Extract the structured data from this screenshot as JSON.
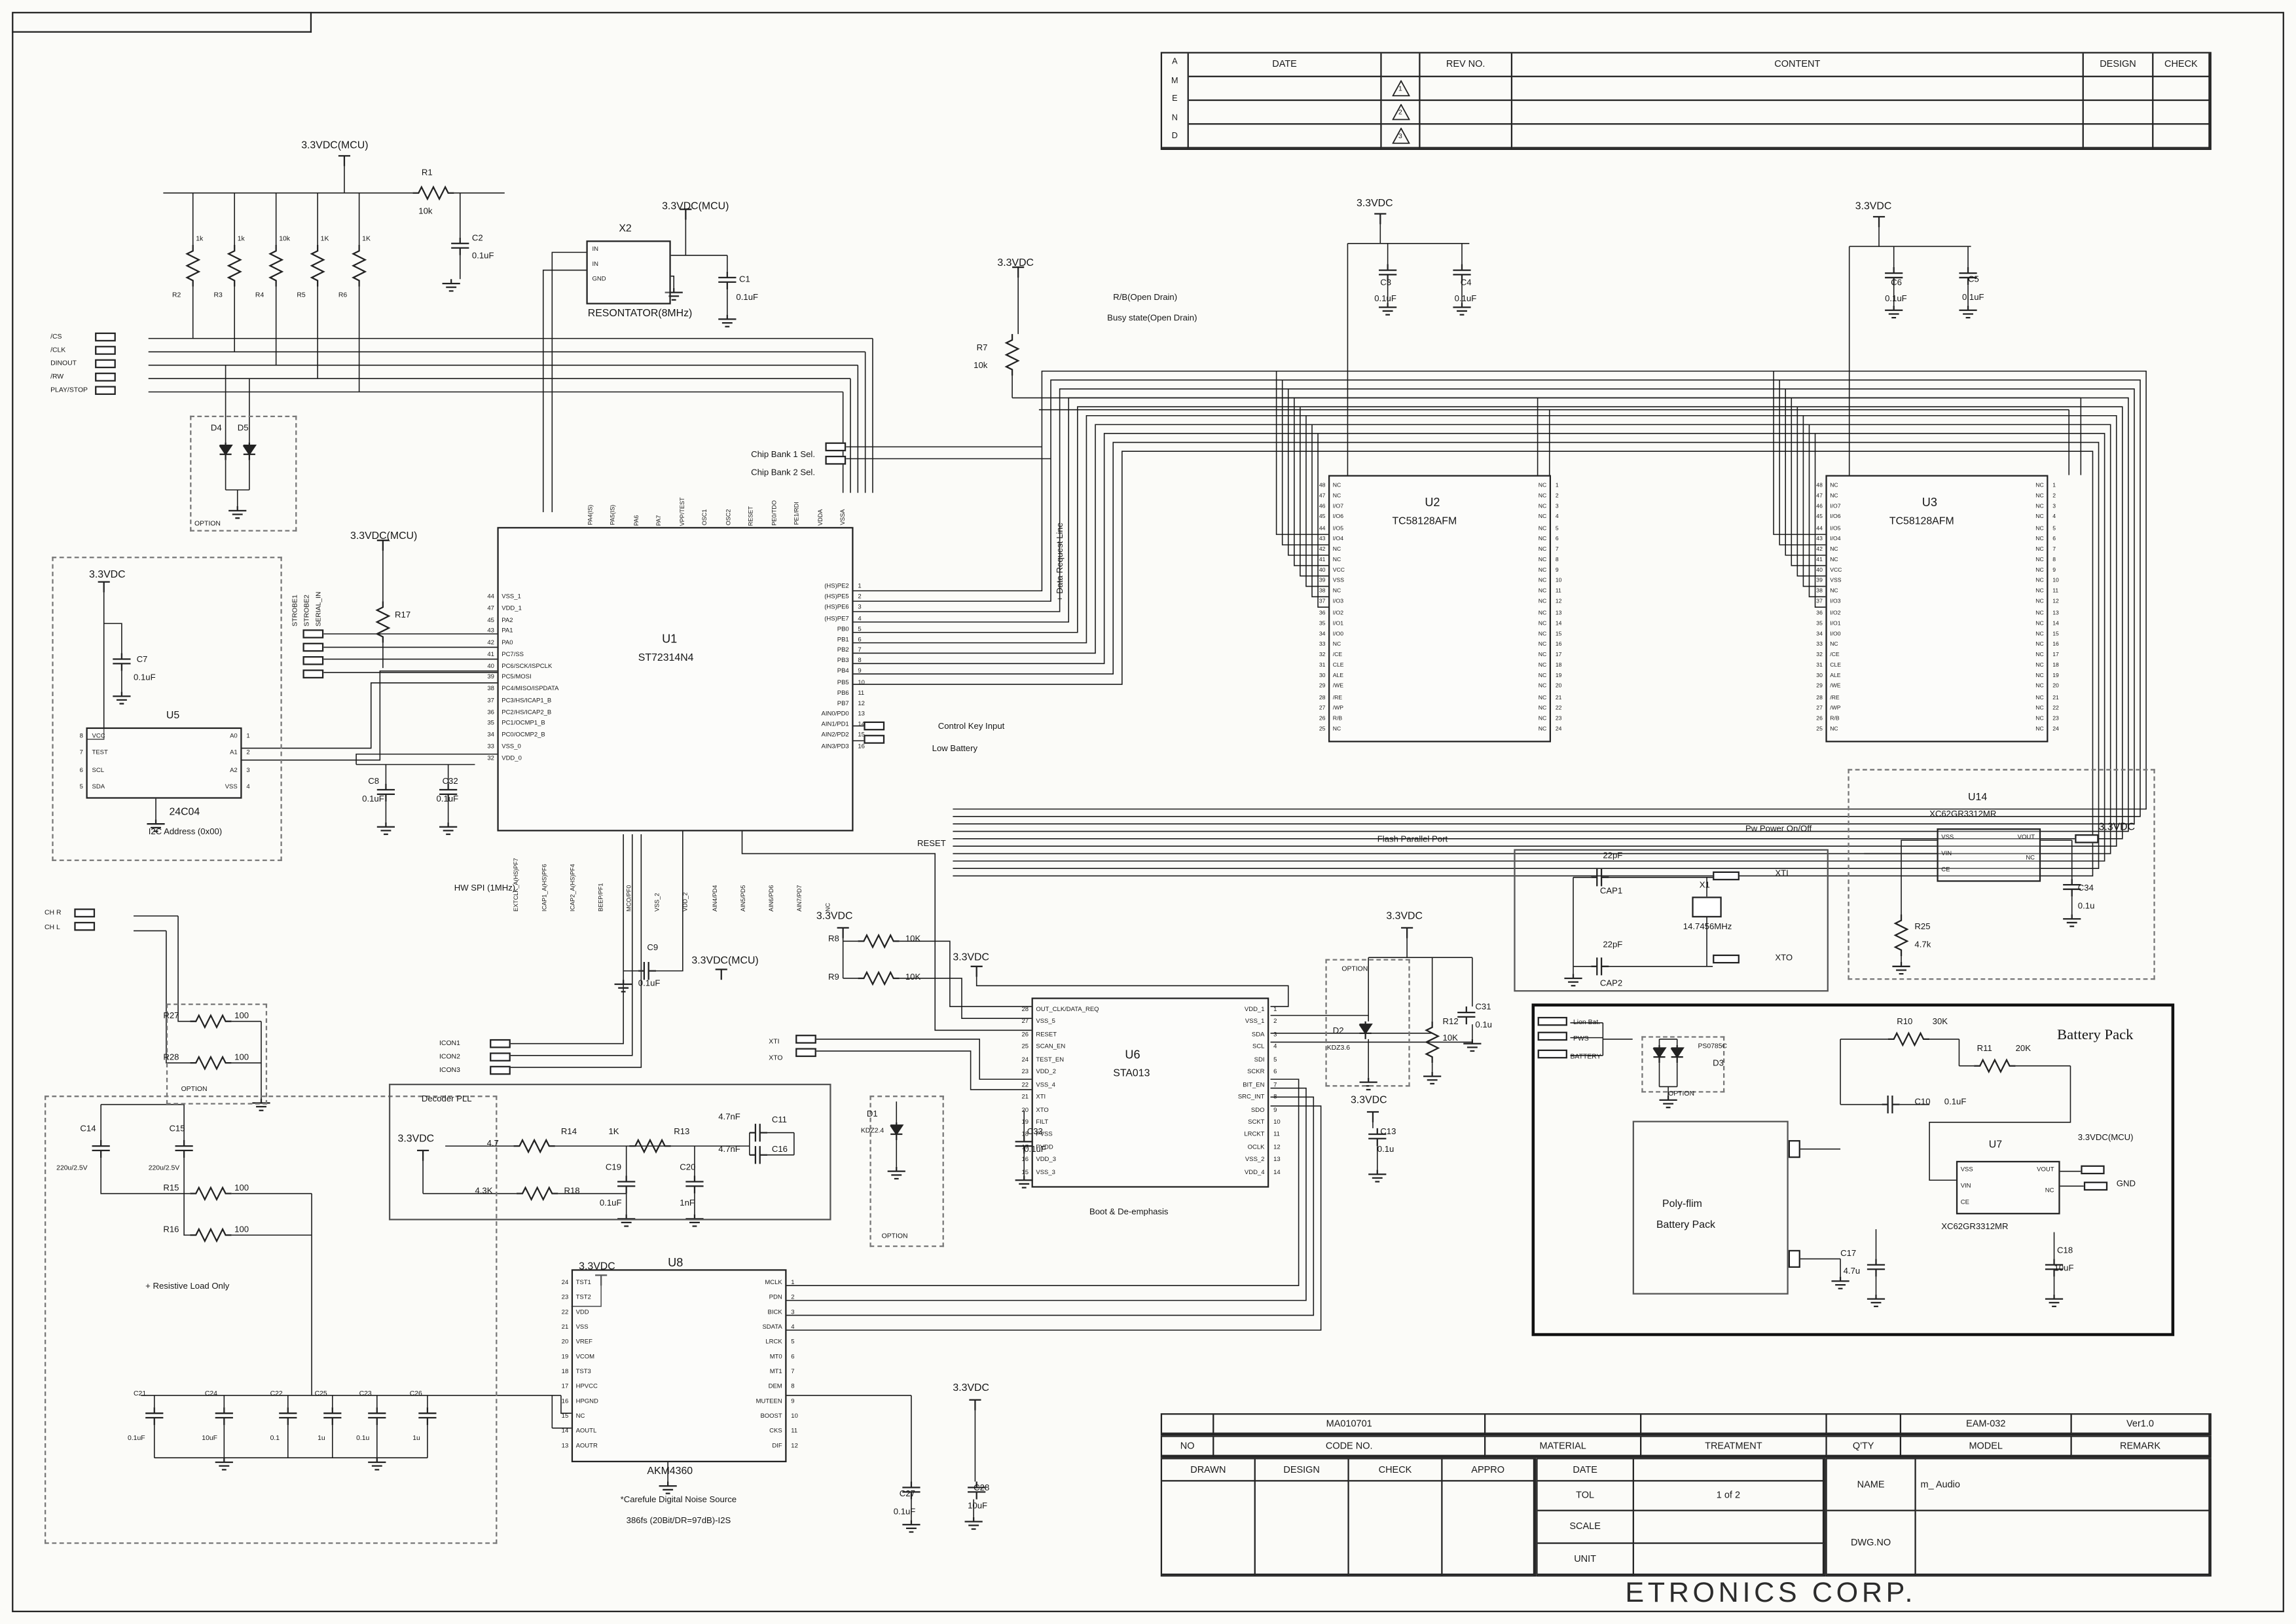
{
  "company": "ETRONICS CORP.",
  "amend": {
    "letters": [
      "A",
      "M",
      "E",
      "N",
      "D"
    ],
    "date": "DATE",
    "rev": "REV NO.",
    "content": "CONTENT",
    "design": "DESIGN",
    "check": "CHECK",
    "marks": [
      "1",
      "2",
      "3"
    ]
  },
  "title": {
    "code_value": "MA010701",
    "model_value": "EAM-032",
    "remark_value": "Ver1.0",
    "no": "NO",
    "code": "CODE NO.",
    "material": "MATERIAL",
    "treatment": "TREATMENT",
    "qty": "Q'TY",
    "model": "MODEL",
    "remark": "REMARK",
    "drawn": "DRAWN",
    "design": "DESIGN",
    "check": "CHECK",
    "appro": "APPRO",
    "date": "DATE",
    "tol": "TOL",
    "tol_value": "1 of 2",
    "scale": "SCALE",
    "unit": "UNIT",
    "name": "NAME",
    "name_value": "m_ Audio",
    "dwg": "DWG.NO"
  },
  "pwr": {
    "vdc": "3.3VDC",
    "mcu": "3.3VDC(MCU)",
    "gnd": "GND"
  },
  "sig": {
    "cs": "/CS",
    "clk": "/CLK",
    "dinout": "DINOUT",
    "rw": "/RW",
    "play": "PLAY/STOP",
    "chr": "CH R",
    "chl": "CH L",
    "icon1": "ICON1",
    "icon2": "ICON2",
    "icon3": "ICON3",
    "strobe1": "STROBE1",
    "strobe2": "STROBE2",
    "serial": "SERIAL_IN",
    "xti": "XTI",
    "xto": "XTO",
    "reset": "RESET"
  },
  "notes": {
    "chip1": "Chip Bank 1 Sel.",
    "chip2": "Chip Bank 2 Sel.",
    "datareq": "+ Data Request Line",
    "rb": "R/B(Open Drain)",
    "busy": "Busy state(Open Drain)",
    "ctrl": "Control Key Input",
    "lowbat": "Low Battery",
    "flashport": "Flash Parallel Port",
    "pwonoff": "Pw Power On/Off",
    "hwspi": "HW SPI (1MHz)",
    "decpll": "Decoder PLL",
    "boot": "Boot & De-emphasis",
    "batpack": "Battery Pack",
    "poly1": "Poly-flim",
    "poly2": "Battery Pack",
    "resload": "+ Resistive Load Only",
    "noise": "*Carefule Digital Noise Source",
    "fs": "386fs (20Bit/DR=97dB)-I2S",
    "i2c": "I2C Address (0x00)",
    "option": "OPTION",
    "lion": "Lion Bat.",
    "pws": "PWS",
    "battery": "BATTERY"
  },
  "res": {
    "r1": {
      "r": "R1",
      "v": "10k"
    },
    "r2": {
      "r": "R2",
      "v": "1k"
    },
    "r3": {
      "r": "R3",
      "v": "1k"
    },
    "r4": {
      "r": "R4",
      "v": "10k"
    },
    "r5": {
      "r": "R5",
      "v": "1K"
    },
    "r6": {
      "r": "R6",
      "v": "1K"
    },
    "r7": {
      "r": "R7",
      "v": "10k"
    },
    "r8": {
      "r": "R8",
      "v": "10K"
    },
    "r9": {
      "r": "R9",
      "v": "10K"
    },
    "r10": {
      "r": "R10",
      "v": "30K"
    },
    "r11": {
      "r": "R11",
      "v": "20K"
    },
    "r12": {
      "r": "R12",
      "v": "10K"
    },
    "r13": {
      "r": "R13",
      "v": "1K"
    },
    "r14": {
      "r": "R14",
      "v": "4.7"
    },
    "r15": {
      "r": "R15",
      "v": "100"
    },
    "r16": {
      "r": "R16",
      "v": "100"
    },
    "r17": {
      "r": "R17",
      "v": ""
    },
    "r18": {
      "r": "R18",
      "v": "4.3K"
    },
    "r25": {
      "r": "R25",
      "v": "4.7k"
    },
    "r27": {
      "r": "R27",
      "v": "100"
    },
    "r28": {
      "r": "R28",
      "v": "100"
    }
  },
  "cap": {
    "c1": {
      "r": "C1",
      "v": "0.1uF"
    },
    "c2": {
      "r": "C2",
      "v": "0.1uF"
    },
    "c3": {
      "r": "C3",
      "v": "0.1uF"
    },
    "c4": {
      "r": "C4",
      "v": "0.1uF"
    },
    "c5": {
      "r": "C5",
      "v": "0.1uF"
    },
    "c6": {
      "r": "C6",
      "v": "0.1uF"
    },
    "c7": {
      "r": "C7",
      "v": "0.1uF"
    },
    "c8": {
      "r": "C8",
      "v": "0.1uF"
    },
    "c9": {
      "r": "C9",
      "v": "0.1uF"
    },
    "c10": {
      "r": "C10",
      "v": "0.1uF"
    },
    "c11": {
      "r": "C11",
      "v": "4.7nF"
    },
    "c13": {
      "r": "C13",
      "v": "0.1u"
    },
    "c14": {
      "r": "C14",
      "v": "220u/2.5V"
    },
    "c15": {
      "r": "C15",
      "v": "220u/2.5V"
    },
    "c16": {
      "r": "C16",
      "v": "4.7nF"
    },
    "c17": {
      "r": "C17",
      "v": "4.7u"
    },
    "c18": {
      "r": "C18",
      "v": "10uF"
    },
    "c19": {
      "r": "C19",
      "v": "0.1uF"
    },
    "c20": {
      "r": "C20",
      "v": "1nF"
    },
    "c21": {
      "r": "C21",
      "v": "0.1uF"
    },
    "c22": {
      "r": "C22",
      "v": "0.1"
    },
    "c23": {
      "r": "C23",
      "v": "0.1u"
    },
    "c24": {
      "r": "C24",
      "v": "10uF"
    },
    "c25": {
      "r": "C25",
      "v": "1u"
    },
    "c26": {
      "r": "C26",
      "v": "1u"
    },
    "c27": {
      "r": "C27",
      "v": "0.1uF"
    },
    "c28": {
      "r": "C28",
      "v": "10uF"
    },
    "c31": {
      "r": "C31",
      "v": "0.1u"
    },
    "c32": {
      "r": "C32",
      "v": "0.1uF"
    },
    "c33": {
      "r": "C33",
      "v": "0.1uF"
    },
    "c34": {
      "r": "C34",
      "v": "0.1u"
    },
    "cap1": {
      "r": "CAP1",
      "v": "22pF"
    },
    "cap2": {
      "r": "CAP2",
      "v": "22pF"
    }
  },
  "dio": {
    "d1": {
      "r": "D1",
      "v": "KDZ2.4"
    },
    "d2": {
      "r": "D2",
      "v": "KDZ3.6"
    },
    "d3": {
      "r": "D3",
      "v": "PS0785C"
    },
    "d4": {
      "r": "D4",
      "v": ""
    },
    "d5": {
      "r": "D5",
      "v": ""
    }
  },
  "ics": {
    "u1": {
      "ref": "U1",
      "part": "ST72314N4",
      "left": [
        "VSS_1",
        "VDD_1",
        "PA2",
        "PA1",
        "PA0",
        "PC7/SS",
        "PC6/SCK/ISPCLK",
        "PC5/MOSI",
        "PC4/MISO/ISPDATA",
        "PC3/HS/ICAP1_B",
        "PC2/HS/ICAP2_B",
        "PC1/OCMP1_B",
        "PC0/OCMP2_B",
        "VSS_0",
        "VDD_0"
      ],
      "lnum": [
        "44",
        "47",
        "45",
        "43",
        "42",
        "41",
        "40",
        "39",
        "38",
        "37",
        "36",
        "35",
        "34",
        "33",
        "32"
      ],
      "right": [
        "(HS)PE2",
        "(HS)PE5",
        "(HS)PE6",
        "(HS)PE7",
        "PB0",
        "PB1",
        "PB2",
        "PB3",
        "PB4",
        "PB5",
        "PB6",
        "PB7",
        "AIN0/PD0",
        "AIN1/PD1",
        "AIN2/PD2",
        "AIN3/PD3"
      ],
      "rnum": [
        "1",
        "2",
        "3",
        "4",
        "5",
        "6",
        "7",
        "8",
        "9",
        "10",
        "11",
        "12",
        "13",
        "14",
        "15",
        "16"
      ],
      "top": [
        "PA4(IS)",
        "PA5(IS)",
        "PA6",
        "PA7",
        "VPP/TEST",
        "OSC1",
        "OSC2",
        "RESET",
        "PE0/TDO",
        "PE1/RDI",
        "VDDA",
        "VSSA"
      ],
      "bottom": [
        "EXTCLK_A(HS)PF7",
        "ICAP1_A(HS)PF6",
        "ICAP2_A(HS)PF4",
        "BEEP/PF1",
        "MCO/PF0",
        "VSS_2",
        "VDD_2",
        "AIN4/PD4",
        "AIN5/PD5",
        "AIN6/PD6",
        "AIN7/PD7",
        "NC"
      ]
    },
    "u2": {
      "ref": "U2",
      "part": "TC58128AFM",
      "left": [
        "NC",
        "NC",
        "I/O7",
        "I/O6",
        "I/O5",
        "I/O4",
        "NC",
        "NC",
        "VCC",
        "VSS",
        "NC",
        "I/O3",
        "I/O2",
        "I/O1",
        "I/O0",
        "NC",
        "/CE",
        "CLE",
        "ALE",
        "/WE",
        "/RE",
        "/WP",
        "R/B",
        "NC"
      ],
      "lnum": [
        "48",
        "47",
        "46",
        "45",
        "44",
        "43",
        "42",
        "41",
        "40",
        "39",
        "38",
        "37",
        "36",
        "35",
        "34",
        "33",
        "32",
        "31",
        "30",
        "29",
        "28",
        "27",
        "26",
        "25"
      ],
      "right": [
        "NC",
        "NC",
        "NC",
        "NC",
        "NC",
        "NC",
        "NC",
        "NC",
        "NC",
        "NC",
        "NC",
        "NC",
        "NC",
        "NC",
        "NC",
        "NC",
        "NC",
        "NC",
        "NC",
        "NC",
        "NC",
        "NC",
        "NC",
        "NC"
      ],
      "rnum": [
        "1",
        "2",
        "3",
        "4",
        "5",
        "6",
        "7",
        "8",
        "9",
        "10",
        "11",
        "12",
        "13",
        "14",
        "15",
        "16",
        "17",
        "18",
        "19",
        "20",
        "21",
        "22",
        "23",
        "24"
      ]
    },
    "u3": {
      "ref": "U3",
      "part": "TC58128AFM",
      "left": [
        "NC",
        "NC",
        "I/O7",
        "I/O6",
        "I/O5",
        "I/O4",
        "NC",
        "NC",
        "VCC",
        "VSS",
        "NC",
        "I/O3",
        "I/O2",
        "I/O1",
        "I/O0",
        "NC",
        "/CE",
        "CLE",
        "ALE",
        "/WE",
        "/RE",
        "/WP",
        "R/B",
        "NC"
      ],
      "lnum": [
        "48",
        "47",
        "46",
        "45",
        "44",
        "43",
        "42",
        "41",
        "40",
        "39",
        "38",
        "37",
        "36",
        "35",
        "34",
        "33",
        "32",
        "31",
        "30",
        "29",
        "28",
        "27",
        "26",
        "25"
      ],
      "right": [
        "NC",
        "NC",
        "NC",
        "NC",
        "NC",
        "NC",
        "NC",
        "NC",
        "NC",
        "NC",
        "NC",
        "NC",
        "NC",
        "NC",
        "NC",
        "NC",
        "NC",
        "NC",
        "NC",
        "NC",
        "NC",
        "NC",
        "NC",
        "NC"
      ],
      "rnum": [
        "1",
        "2",
        "3",
        "4",
        "5",
        "6",
        "7",
        "8",
        "9",
        "10",
        "11",
        "12",
        "13",
        "14",
        "15",
        "16",
        "17",
        "18",
        "19",
        "20",
        "21",
        "22",
        "23",
        "24"
      ]
    },
    "u5": {
      "ref": "U5",
      "part": "24C04",
      "left": [
        "VCC",
        "TEST",
        "SCL",
        "SDA"
      ],
      "lnum": [
        "8",
        "7",
        "6",
        "5"
      ],
      "right": [
        "A0",
        "A1",
        "A2",
        "VSS"
      ],
      "rnum": [
        "1",
        "2",
        "3",
        "4"
      ]
    },
    "u6": {
      "ref": "U6",
      "part": "STA013",
      "left": [
        "OUT_CLK/DATA_REQ",
        "VSS_5",
        "RESET",
        "SCAN_EN",
        "TEST_EN",
        "VDD_2",
        "VSS_4",
        "XTI",
        "XTO",
        "FILT",
        "PVSS",
        "PVDD",
        "VDD_3",
        "VSS_3"
      ],
      "lnum": [
        "28",
        "27",
        "26",
        "25",
        "24",
        "23",
        "22",
        "21",
        "20",
        "19",
        "18",
        "17",
        "16",
        "15"
      ],
      "right": [
        "VDD_1",
        "VSS_1",
        "SDA",
        "SCL",
        "SDI",
        "SCKR",
        "BIT_EN",
        "SRC_INT",
        "SDO",
        "SCKT",
        "LRCKT",
        "OCLK",
        "VSS_2",
        "VDD_4"
      ],
      "rnum": [
        "1",
        "2",
        "3",
        "4",
        "5",
        "6",
        "7",
        "8",
        "9",
        "10",
        "11",
        "12",
        "13",
        "14"
      ]
    },
    "u7": {
      "ref": "U7",
      "part": "XC62GR3312MR",
      "left": [
        "VSS",
        "VIN",
        "CE"
      ],
      "right": [
        "VOUT",
        "NC"
      ]
    },
    "u8": {
      "ref": "U8",
      "part": "AKM4360",
      "left": [
        "TST1",
        "TST2",
        "VDD",
        "VSS",
        "VREF",
        "VCOM",
        "TST3",
        "HPVCC",
        "HPGND",
        "NC",
        "AOUTL",
        "AOUTR"
      ],
      "lnum": [
        "24",
        "23",
        "22",
        "21",
        "20",
        "19",
        "18",
        "17",
        "16",
        "15",
        "14",
        "13"
      ],
      "right": [
        "MCLK",
        "PDN",
        "BICK",
        "SDATA",
        "LRCK",
        "MT0",
        "MT1",
        "DEM",
        "MUTEEN",
        "BOOST",
        "CKS",
        "DIF"
      ],
      "rnum": [
        "1",
        "2",
        "3",
        "4",
        "5",
        "6",
        "7",
        "8",
        "9",
        "10",
        "11",
        "12"
      ]
    },
    "u14": {
      "ref": "U14",
      "part": "XC62GR3312MR",
      "left": [
        "VSS",
        "VIN",
        "CE"
      ],
      "right": [
        "VOUT",
        "NC"
      ]
    },
    "x1": {
      "ref": "X1",
      "part": "14.7456MHz"
    },
    "x2": {
      "ref": "X2",
      "part": "RESONTATOR(8MHz)",
      "pins": [
        "IN",
        "IN",
        "GND"
      ]
    }
  }
}
